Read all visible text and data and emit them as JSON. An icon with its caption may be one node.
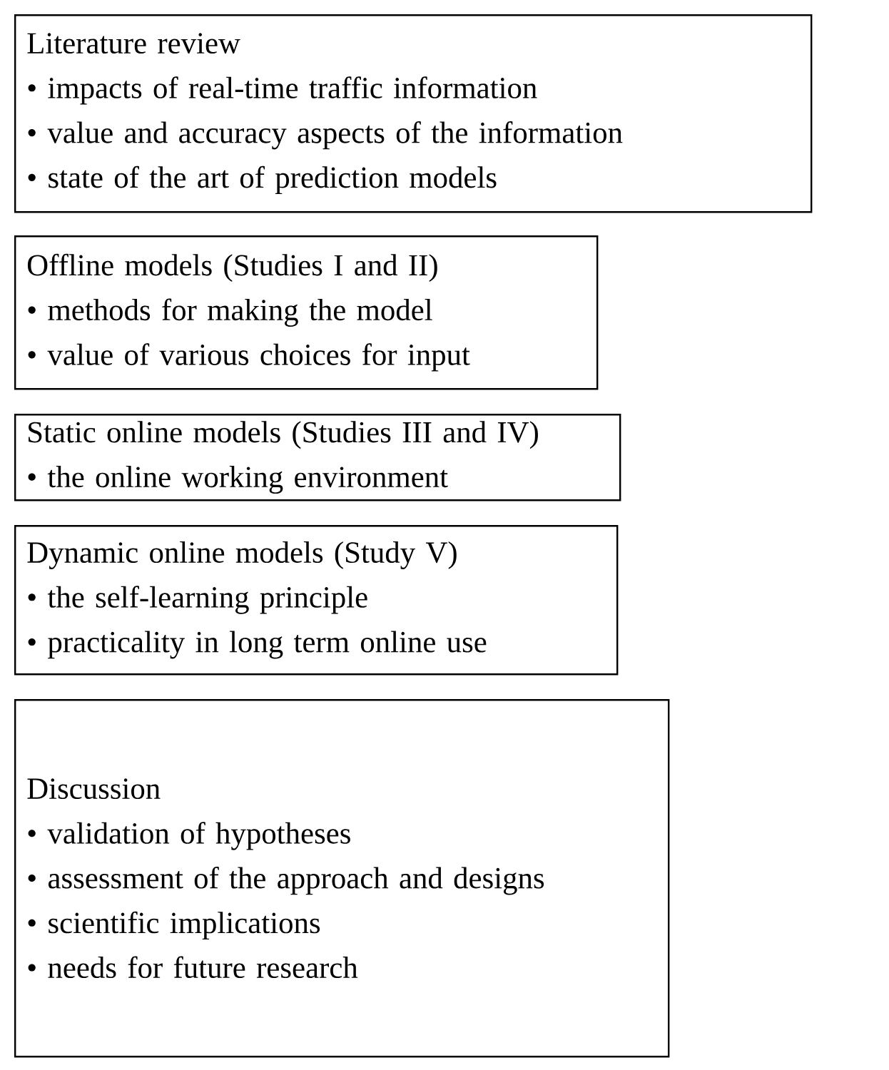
{
  "diagram": {
    "nodes": [
      {
        "text": [
          "Literature review",
          "• impacts of real-time traffic information",
          "• value and accuracy aspects of the information",
          "• state of the art of prediction models"
        ]
      },
      {
        "text": [
          "Offline models (Studies I and II)",
          "• methods for making the model",
          "• value of various choices for input"
        ]
      },
      {
        "text": [
          "Static online models (Studies III and IV)",
          "• the online working environment"
        ]
      },
      {
        "text": [
          "Dynamic online models (Study V)",
          "• the self-learning principle",
          "• practicality in long term online use"
        ]
      },
      {
        "text": [
          "Discussion",
          "• validation of hypotheses",
          "• assessment of the approach and designs",
          "• scientific implications",
          "• needs for future research"
        ]
      }
    ]
  }
}
